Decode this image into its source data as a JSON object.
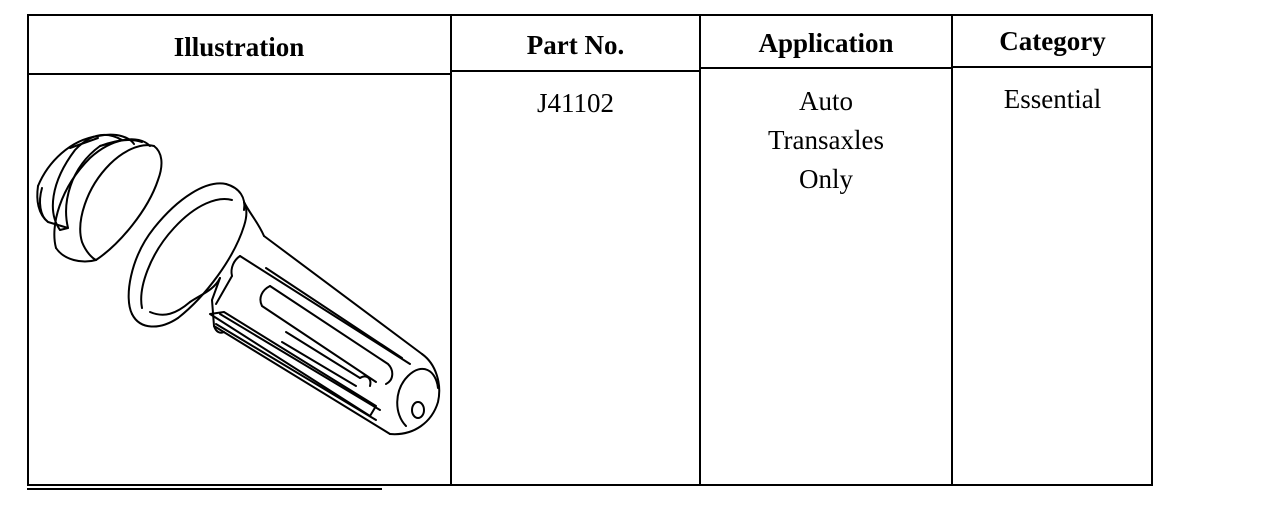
{
  "table": {
    "headers": [
      "Illustration",
      "Part No.",
      "Application",
      "Category"
    ],
    "rows": [
      {
        "illustration_icon": "transaxle-tool-illustration",
        "part_no": "J41102",
        "application_lines": [
          "Auto",
          "Transaxles",
          "Only"
        ],
        "category": "Essential"
      }
    ]
  }
}
